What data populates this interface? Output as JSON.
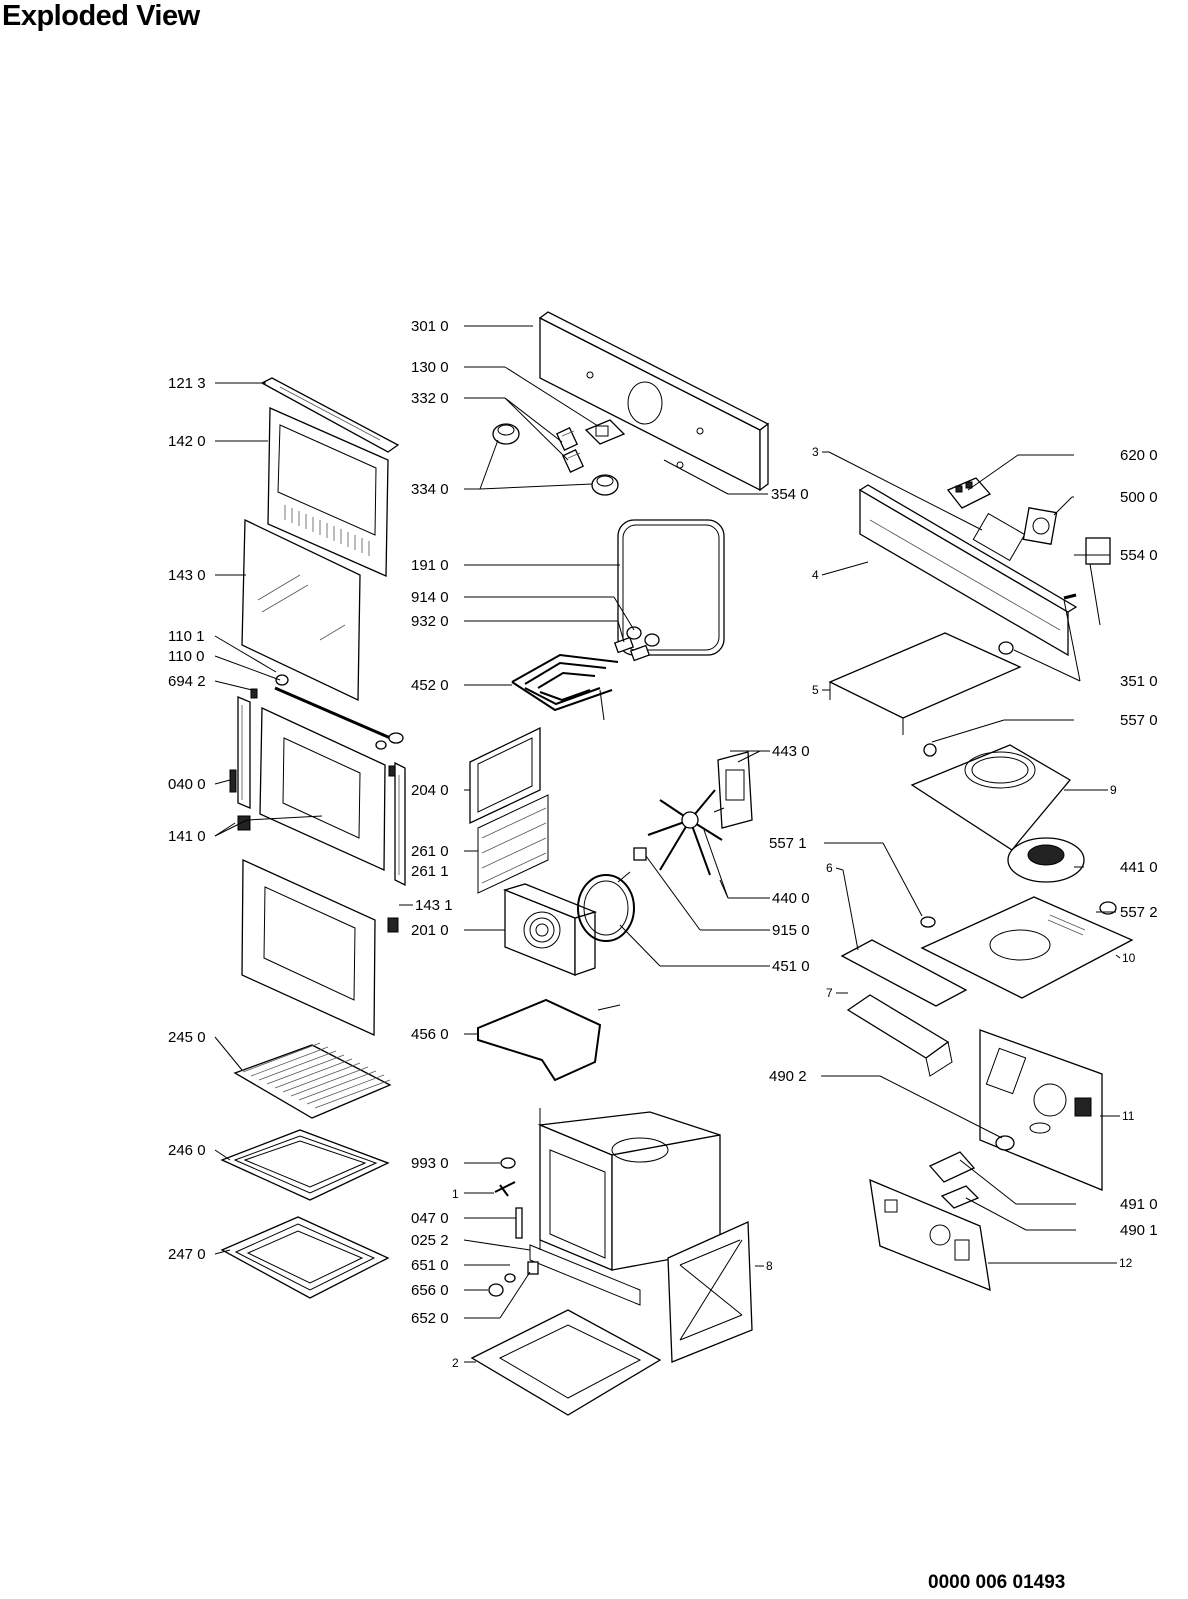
{
  "title": "Exploded View",
  "document_code": "0000 006 01493",
  "callouts": {
    "c3010": "301 0",
    "c1300": "130 0",
    "c3320": "332 0",
    "c3340": "334 0",
    "c3540": "354 0",
    "c1213": "121 3",
    "c1420": "142 0",
    "c1430": "143 0",
    "c1101": "110 1",
    "c1100": "110 0",
    "c6942": "694 2",
    "c0400": "040 0",
    "c1410": "141 0",
    "c1431": "143 1",
    "c2450": "245 0",
    "c2460": "246 0",
    "c2470": "247 0",
    "c1910": "191 0",
    "c9140": "914 0",
    "c9320": "932 0",
    "c4520": "452 0",
    "c2040": "204 0",
    "c2610": "261 0",
    "c2611": "261 1",
    "c2010": "201 0",
    "c4560": "456 0",
    "c9930": "993 0",
    "c1": "1",
    "c0470": "047 0",
    "c0252": "025 2",
    "c6510": "651 0",
    "c6560": "656 0",
    "c6520": "652 0",
    "c2": "2",
    "c4430": "443 0",
    "c4400": "440 0",
    "c9150": "915 0",
    "c4510": "451 0",
    "c5571": "557 1",
    "c3": "3",
    "c4": "4",
    "c5": "5",
    "c6": "6",
    "c7": "7",
    "c8": "8",
    "c9": "9",
    "c10": "10",
    "c11": "11",
    "c12": "12",
    "c6200": "620 0",
    "c5000": "500 0",
    "c5540": "554 0",
    "c3510": "351 0",
    "c5570": "557 0",
    "c4410": "441 0",
    "c5572": "557 2",
    "c4902": "490 2",
    "c4910": "491 0",
    "c4901": "490 1"
  }
}
